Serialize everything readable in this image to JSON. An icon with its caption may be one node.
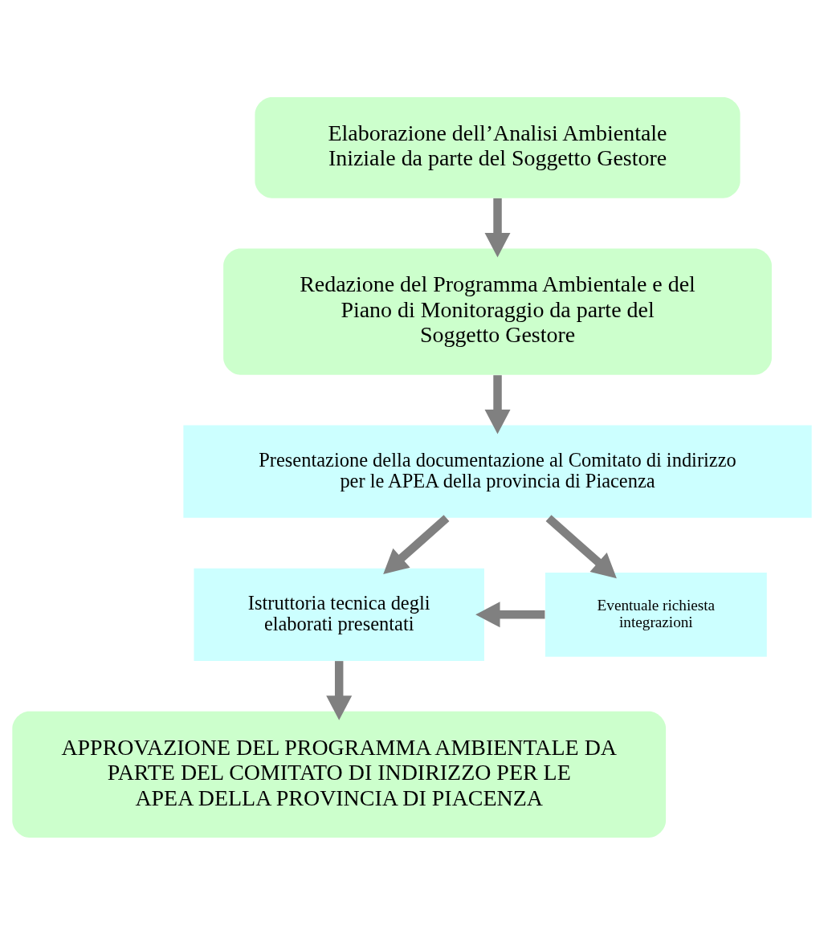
{
  "diagram": {
    "nodes": [
      {
        "text": [
          "Elaborazione dell’Analisi Ambientale Iniziale da parte del Soggetto Gestore"
        ]
      },
      {
        "text": [
          "Redazione del Programma Ambientale e del Piano di Monitoraggio da parte del Soggetto Gestore"
        ]
      },
      {
        "text": [
          "Presentazione della documentazione al Comitato di indirizzo per le APEA della provincia di Piacenza"
        ]
      },
      {
        "text": [
          "Istruttoria tecnica degli elaborati presentati"
        ]
      },
      {
        "text": [
          "Eventuale richiesta integrazioni"
        ]
      },
      {
        "text": [
          "APPROVAZIONE DEL PROGRAMMA AMBIENTALE DA PARTE DEL COMITATO DI INDIRIZZO PER LE APEA DELLA PROVINCIA DI PIACENZA"
        ]
      }
    ],
    "edges": [
      {
        "from": 0,
        "to": 1,
        "arrow": "to"
      },
      {
        "from": 1,
        "to": 2,
        "arrow": "to"
      },
      {
        "from": 2,
        "to": 3,
        "arrow": "to"
      },
      {
        "from": 2,
        "to": 4,
        "arrow": "to"
      },
      {
        "from": 4,
        "to": 3,
        "arrow": "to"
      },
      {
        "from": 3,
        "to": 5,
        "arrow": "to"
      }
    ]
  }
}
